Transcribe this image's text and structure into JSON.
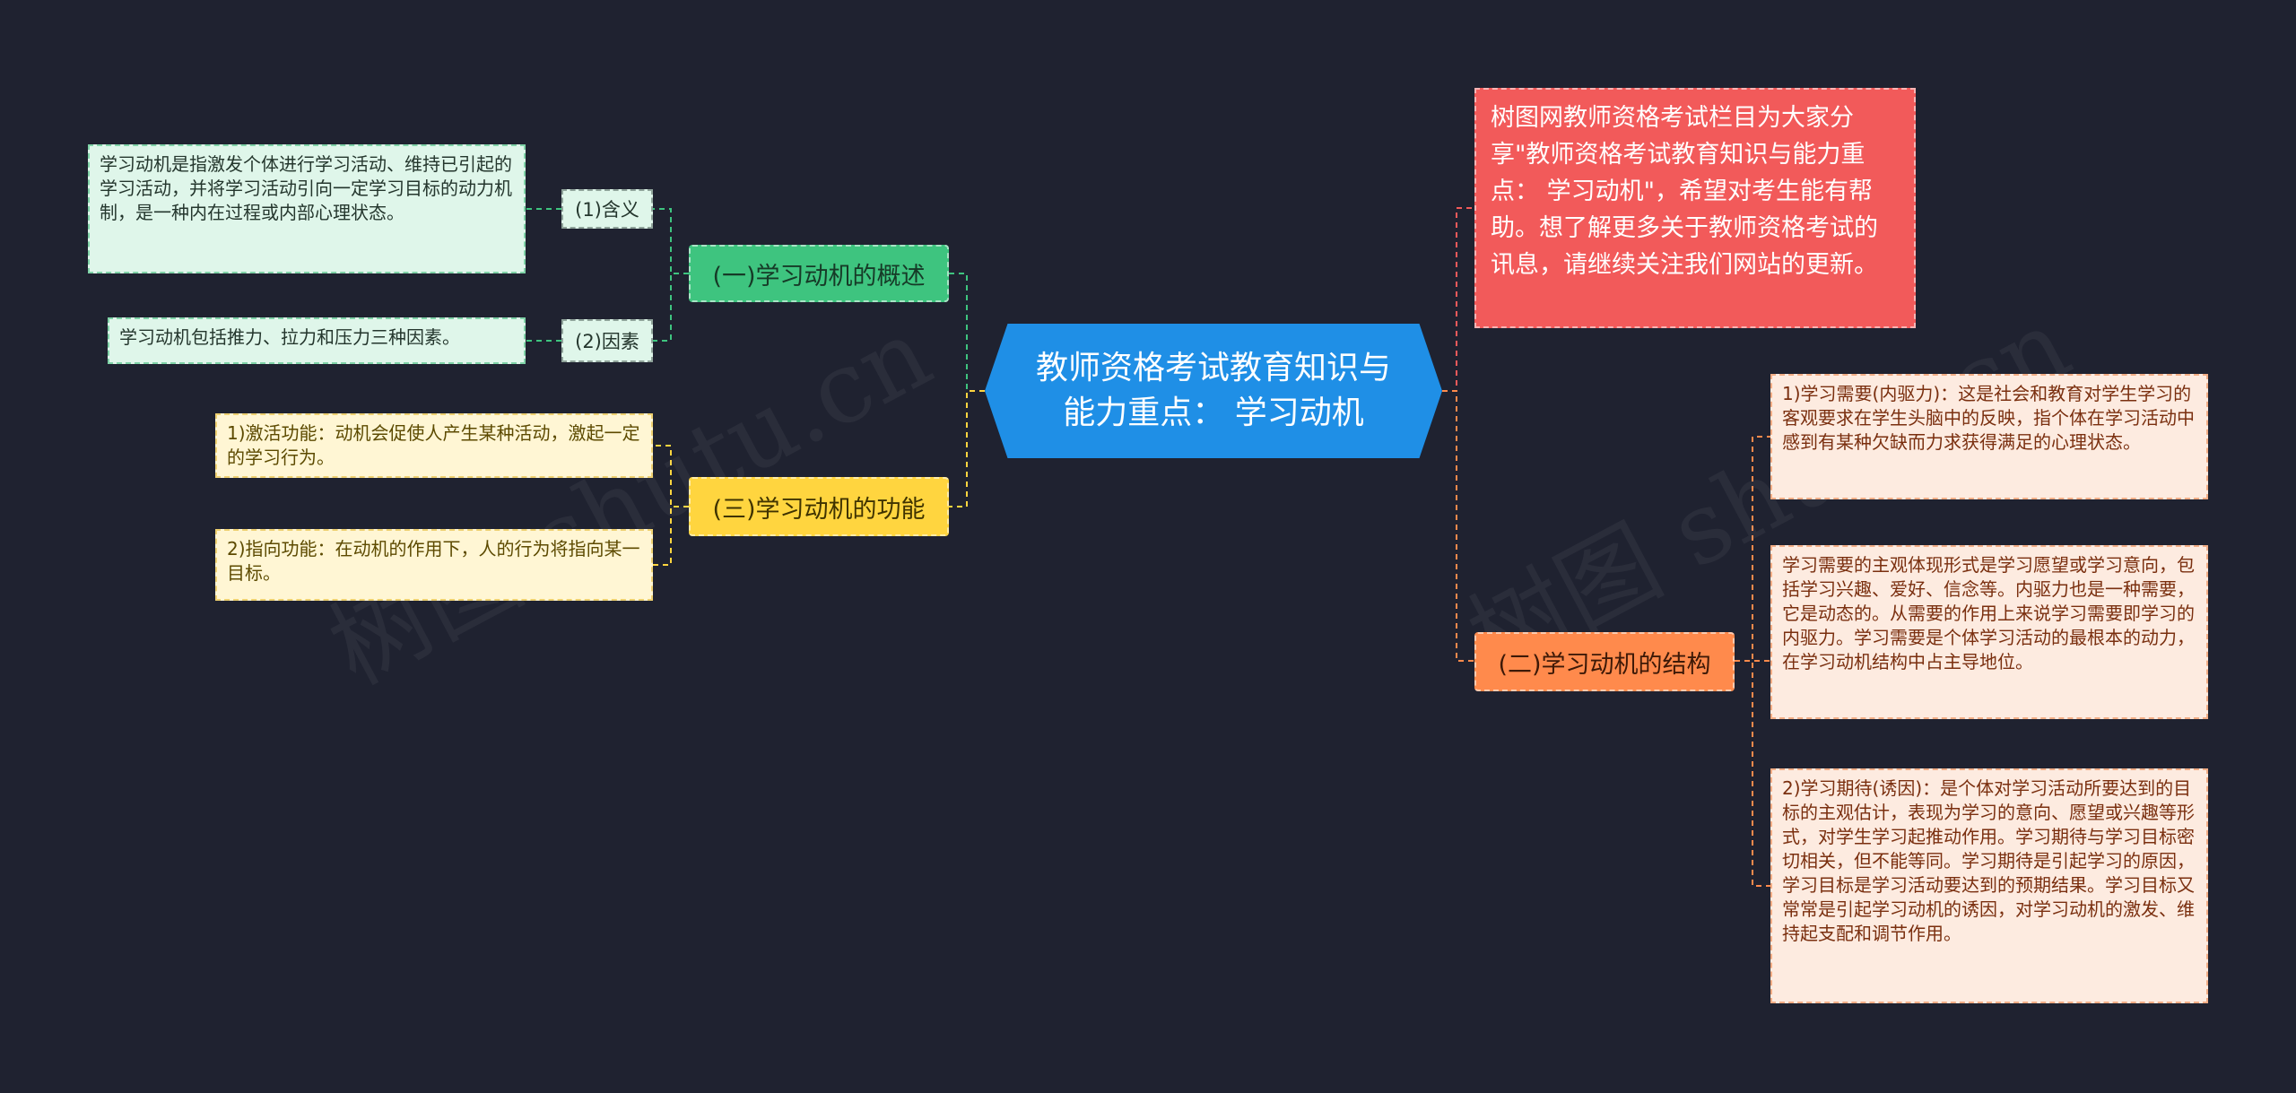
{
  "center_title": "教师资格考试教育知识与能力重点： 学习动机",
  "intro": "树图网教师资格考试栏目为大家分享\"教师资格考试教育知识与能力重点： 学习动机\"，希望对考生能有帮助。想了解更多关于教师资格考试的讯息，请继续关注我们网站的更新。",
  "branches": {
    "overview": {
      "label": "(一)学习动机的概述",
      "meaning_label": "(1)含义",
      "meaning_text": "学习动机是指激发个体进行学习活动、维持已引起的学习活动，并将学习活动引向一定学习目标的动力机制，是一种内在过程或内部心理状态。",
      "factor_label": "(2)因素",
      "factor_text": "学习动机包括推力、拉力和压力三种因素。"
    },
    "function": {
      "label": "(三)学习动机的功能",
      "item1": "1)激活功能：动机会促使人产生某种活动，激起一定的学习行为。",
      "item2": "2)指向功能：在动机的作用下，人的行为将指向某一目标。"
    },
    "structure": {
      "label": "(二)学习动机的结构",
      "item1": "1)学习需要(内驱力)：这是社会和教育对学生学习的客观要求在学生头脑中的反映，指个体在学习活动中感到有某种欠缺而力求获得满足的心理状态。",
      "item2": "学习需要的主观体现形式是学习愿望或学习意向，包括学习兴趣、爱好、信念等。内驱力也是一种需要，它是动态的。从需要的作用上来说学习需要即学习的内驱力。学习需要是个体学习活动的最根本的动力，在学习动机结构中占主导地位。",
      "item3": "2)学习期待(诱因)：是个体对学习活动所要达到的目标的主观估计，表现为学习的意向、愿望或兴趣等形式，对学生学习起推动作用。学习期待与学习目标密切相关，但不能等同。学习期待是引起学习的原因，学习目标是学习活动要达到的预期结果。学习目标又常常是引起学习动机的诱因，对学习动机的激发、维持起支配和调节作用。"
    }
  },
  "watermark": "树图 shutu.cn",
  "colors": {
    "background": "#1f2230",
    "center": "#1f8fe6",
    "green": "#3ec47f",
    "yellow": "#ffd53f",
    "orange": "#ff8a4c",
    "red": "#f25a5a"
  }
}
